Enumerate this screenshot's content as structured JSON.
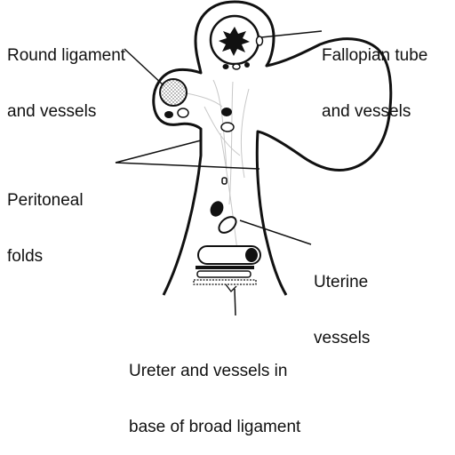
{
  "labels": {
    "round_ligament": {
      "line1": "Round ligament",
      "line2": "and vessels"
    },
    "fallopian_tube": {
      "line1": "Fallopian tube",
      "line2": "and vessels"
    },
    "peritoneal_folds": {
      "line1": "Peritoneal",
      "line2": "folds"
    },
    "uterine_vessels": {
      "line1": "Uterine",
      "line2": "vessels"
    },
    "ureter": {
      "line1": "Ureter and vessels in",
      "line2": "base of broad ligament"
    }
  },
  "colors": {
    "ink": "#111111",
    "fill": "#ffffff",
    "stipple": "#bbbbbb"
  }
}
